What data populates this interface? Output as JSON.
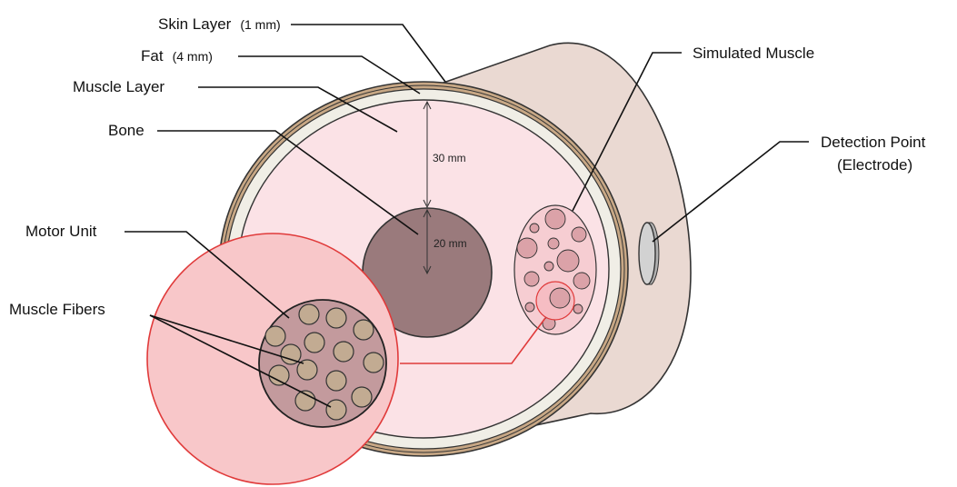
{
  "labels": {
    "skin": "Skin Layer",
    "skin_thickness": "(1 mm)",
    "fat": "Fat",
    "fat_thickness": "(4 mm)",
    "muscle_layer": "Muscle Layer",
    "bone": "Bone",
    "motor_unit": "Motor Unit",
    "muscle_fibers": "Muscle Fibers",
    "simulated_muscle": "Simulated Muscle",
    "detection_point_line1": "Detection Point",
    "detection_point_line2": "(Electrode)"
  },
  "measurements": {
    "muscle_depth": "30 mm",
    "bone_radius": "20 mm"
  },
  "colors": {
    "cylinder_body": "#ead9d2",
    "skin": "#c7a785",
    "fat": "#f0eee6",
    "muscle": "#fbe2e6",
    "bone": "#9a7a7c",
    "zoom_circle": "#f8c7c9",
    "zoom_outline": "#e03a3a",
    "motor_unit": "#c39a9d",
    "fiber": "#c2ab92",
    "sim_muscle": "#f6cdd2",
    "sim_fiber": "#dba2a8",
    "electrode": "#c8c8c8"
  }
}
